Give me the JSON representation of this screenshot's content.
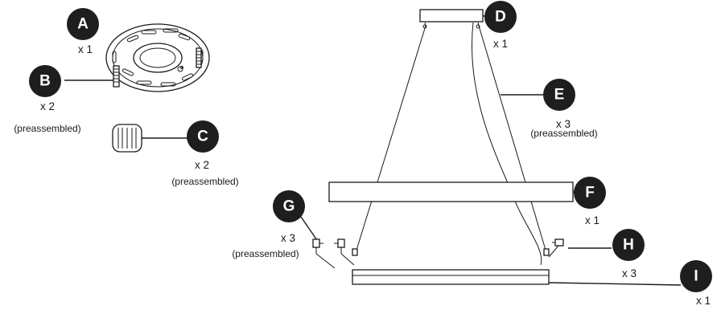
{
  "parts": [
    {
      "id": "A",
      "letter": "A",
      "quantity": "x 1"
    },
    {
      "id": "B",
      "letter": "B",
      "quantity": "x 2",
      "note": "(preassembled)"
    },
    {
      "id": "C",
      "letter": "C",
      "quantity": "x 2",
      "note": "(preassembled)"
    },
    {
      "id": "D",
      "letter": "D",
      "quantity": "x 1"
    },
    {
      "id": "E",
      "letter": "E",
      "quantity": "x 3",
      "note": "(preassembled)"
    },
    {
      "id": "F",
      "letter": "F",
      "quantity": "x 1"
    },
    {
      "id": "G",
      "letter": "G",
      "quantity": "x 3",
      "note": "(preassembled)"
    },
    {
      "id": "H",
      "letter": "H",
      "quantity": "x 3"
    },
    {
      "id": "I",
      "letter": "I",
      "quantity": "x 1"
    }
  ]
}
